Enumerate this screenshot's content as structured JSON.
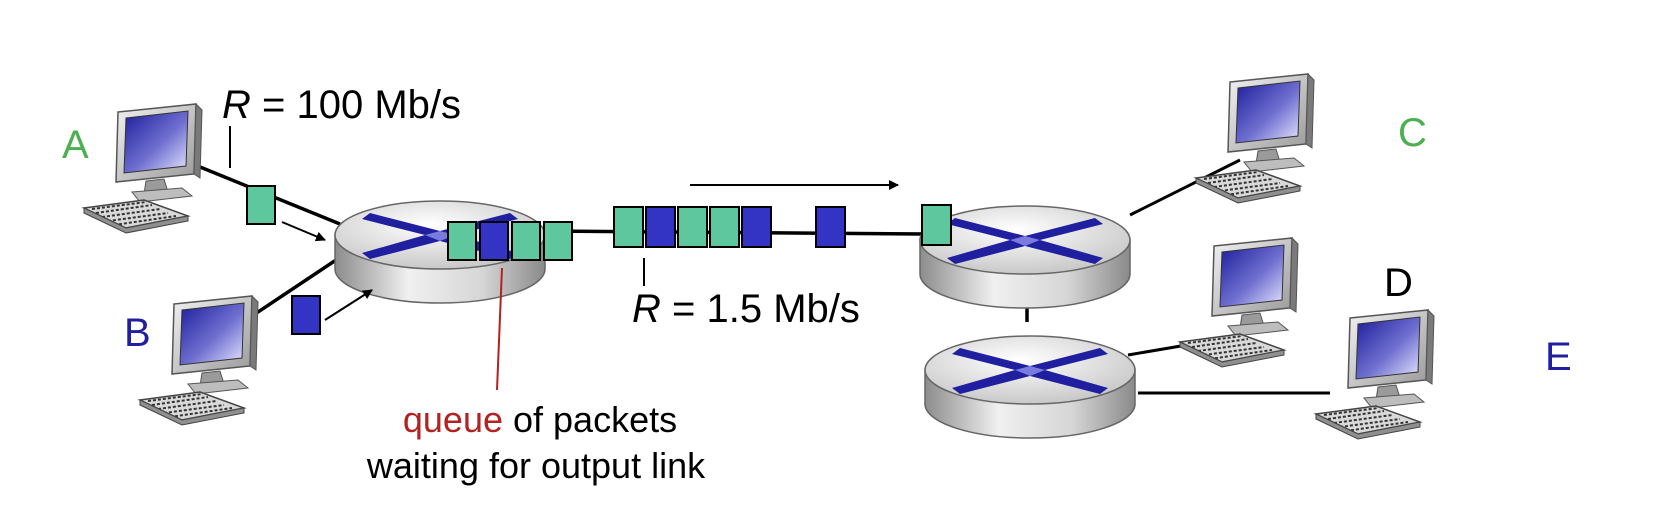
{
  "hosts": {
    "a": "A",
    "b": "B",
    "c": "C",
    "d": "D",
    "e": "E"
  },
  "links": {
    "input_rate_symbol": "R",
    "input_rate_value": " = 100 Mb/s",
    "output_rate_symbol": "R",
    "output_rate_value": " = 1.5 Mb/s"
  },
  "queue": {
    "highlight": "queue",
    "rest_line1": " of packets",
    "line2": "waiting for output link"
  },
  "colors": {
    "green_packet": "#5ec79e",
    "blue_packet": "#3333c4",
    "host_green": "#4caf50",
    "host_blue": "#1f1fa0",
    "queue_red": "#b22222"
  }
}
